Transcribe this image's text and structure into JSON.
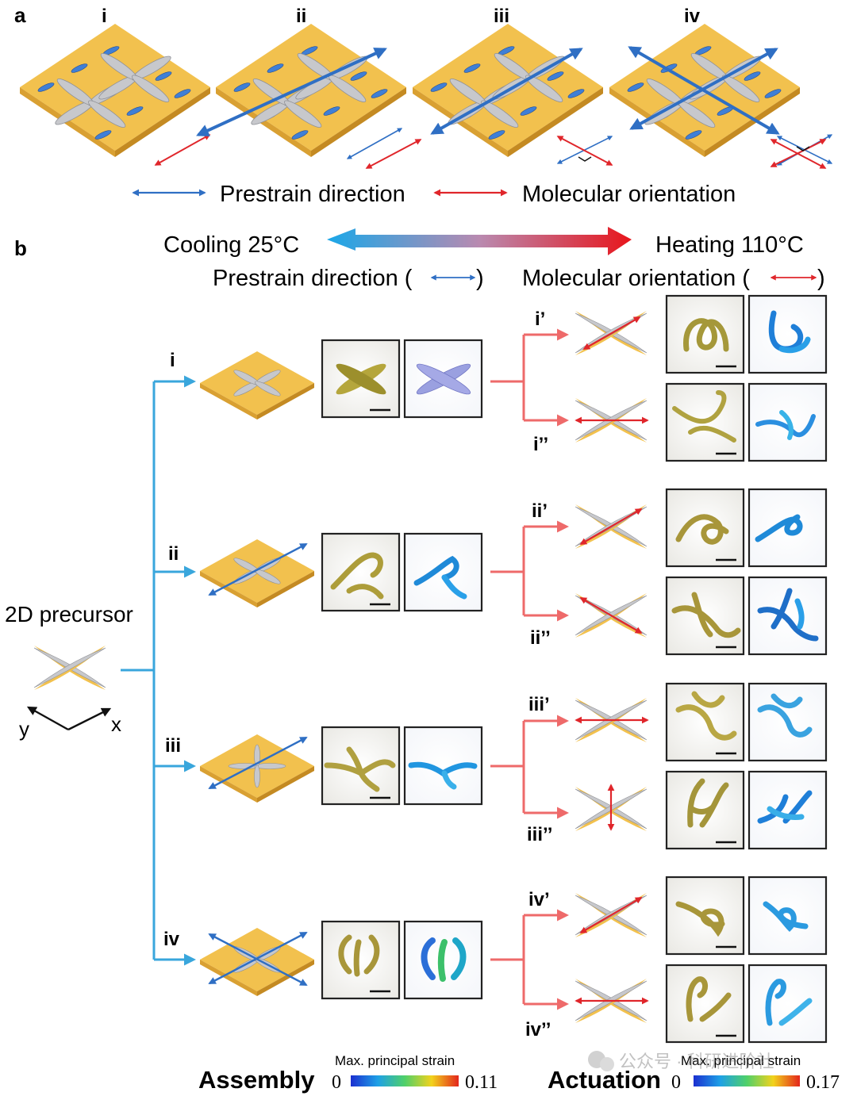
{
  "panel_a": {
    "label": "a",
    "stages": [
      "i",
      "ii",
      "iii",
      "iv"
    ],
    "legend_prestrain": "Prestrain direction",
    "legend_molecular": "Molecular orientation"
  },
  "panel_b": {
    "label": "b",
    "cooling": "Cooling 25°C",
    "heating": "Heating 110°C",
    "prestrain_header": "Prestrain direction (",
    "molecular_header": "Molecular orientation (",
    "close_paren": ")",
    "precursor": "2D precursor",
    "axis_y": "y",
    "axis_x": "x",
    "rows": [
      {
        "label": "i",
        "sub1": "i’",
        "sub2": "i’’"
      },
      {
        "label": "ii",
        "sub1": "ii’",
        "sub2": "ii’’"
      },
      {
        "label": "iii",
        "sub1": "iii’",
        "sub2": "iii’’"
      },
      {
        "label": "iv",
        "sub1": "iv’",
        "sub2": "iv’’"
      }
    ]
  },
  "colorbars": {
    "assembly_label": "Assembly",
    "assembly_title": "Max. principal strain",
    "assembly_min": "0",
    "assembly_max": "0.11",
    "actuation_label": "Actuation",
    "actuation_title": "Max. principal strain",
    "actuation_min": "0",
    "actuation_max": "0.17"
  },
  "watermark": "公众号 · 科研进阶社",
  "colors": {
    "substrate": "#f2c14e",
    "substrate_side": "#d9a032",
    "petal": "#c7c8cc",
    "prestrain_blue": "#2f6fc4",
    "molecular_red": "#e0262b",
    "tree_blue": "#39a6dc",
    "tree_red": "#ee6a6a"
  }
}
